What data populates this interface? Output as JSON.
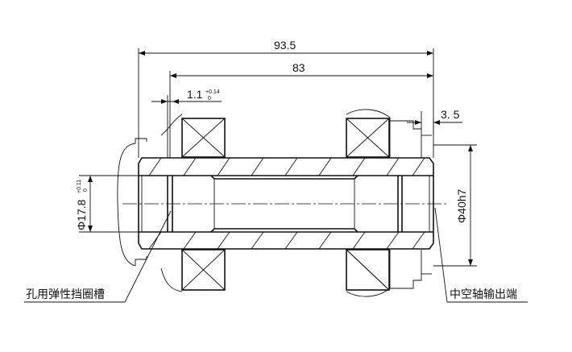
{
  "dimensions": {
    "overall_length": "93.5",
    "inner_length": "83",
    "groove_width": "1.1",
    "groove_width_tol_upper": "+0.14",
    "groove_width_tol_lower": "0",
    "flange_offset": "3. 5",
    "bore_diameter": "Φ17.8",
    "bore_diameter_tol_upper": "+0.11",
    "bore_diameter_tol_lower": "0",
    "shaft_diameter": "Φ40h7"
  },
  "notes": {
    "left_callout": "孔用弹性挡圈槽",
    "right_callout": "中空轴输出端"
  }
}
